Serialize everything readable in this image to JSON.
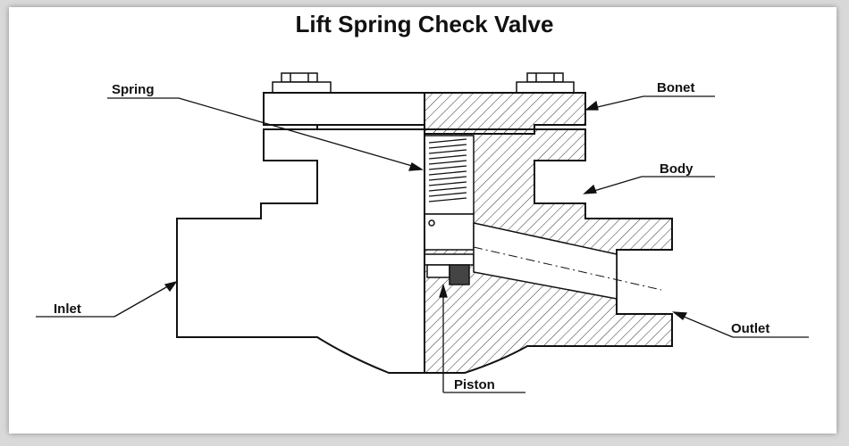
{
  "diagram": {
    "title": "Lift Spring Check Valve",
    "labels": {
      "spring": "Spring",
      "bonet": "Bonet",
      "body": "Body",
      "inlet": "Inlet",
      "outlet": "Outlet",
      "piston": "Piston"
    }
  }
}
